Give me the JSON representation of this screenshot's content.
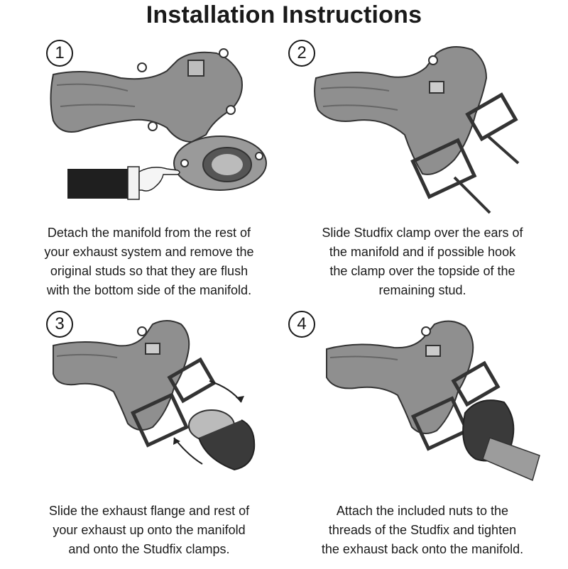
{
  "title": "Installation Instructions",
  "steps": [
    {
      "number": "1",
      "lines": [
        "Detach the manifold from the rest of",
        "your exhaust system and remove the",
        "original studs so that they are flush",
        "with the bottom side of the manifold."
      ],
      "illustration_icon": "manifold-pointing-hand-icon"
    },
    {
      "number": "2",
      "lines": [
        "Slide Studfix clamp over the ears of",
        "the manifold and if possible hook",
        "the clamp over the topside of the",
        "remaining stud."
      ],
      "illustration_icon": "manifold-clamp-icon"
    },
    {
      "number": "3",
      "lines": [
        "Slide the exhaust flange and rest of",
        "your exhaust up onto the manifold",
        "and onto the Studfix clamps."
      ],
      "illustration_icon": "manifold-flange-arrows-icon"
    },
    {
      "number": "4",
      "lines": [
        "Attach the included nuts to the",
        "threads of the Studfix and tighten",
        "the exhaust back onto the manifold."
      ],
      "illustration_icon": "manifold-assembled-icon"
    }
  ]
}
